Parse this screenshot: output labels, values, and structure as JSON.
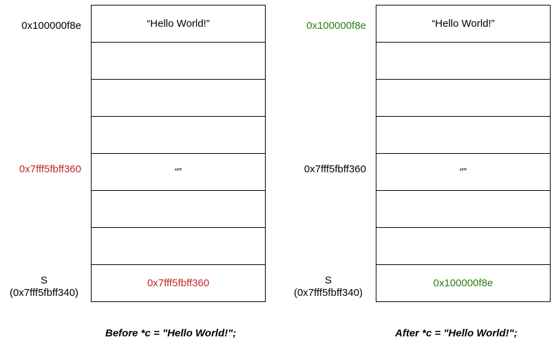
{
  "colors": {
    "red": "#c0272d",
    "green": "#2e7d0e",
    "black": "#000000"
  },
  "panels": [
    {
      "cells": [
        "“Hello World!”",
        "",
        "",
        "",
        "“”",
        "",
        "",
        "0x7fff5fbff360"
      ],
      "labels": {
        "top": "0x100000f8e",
        "mid": "0x7fff5fbff360",
        "s_name": "S",
        "s_addr": "(0x7fff5fbff340)"
      },
      "caption": "Before *c = \"Hello World!\";"
    },
    {
      "cells": [
        "“Hello World!”",
        "",
        "",
        "",
        "“”",
        "",
        "",
        "0x100000f8e"
      ],
      "labels": {
        "top": "0x100000f8e",
        "mid": "0x7fff5fbff360",
        "s_name": "S",
        "s_addr": "(0x7fff5fbff340)"
      },
      "caption": "After *c = \"Hello World!\";"
    }
  ]
}
